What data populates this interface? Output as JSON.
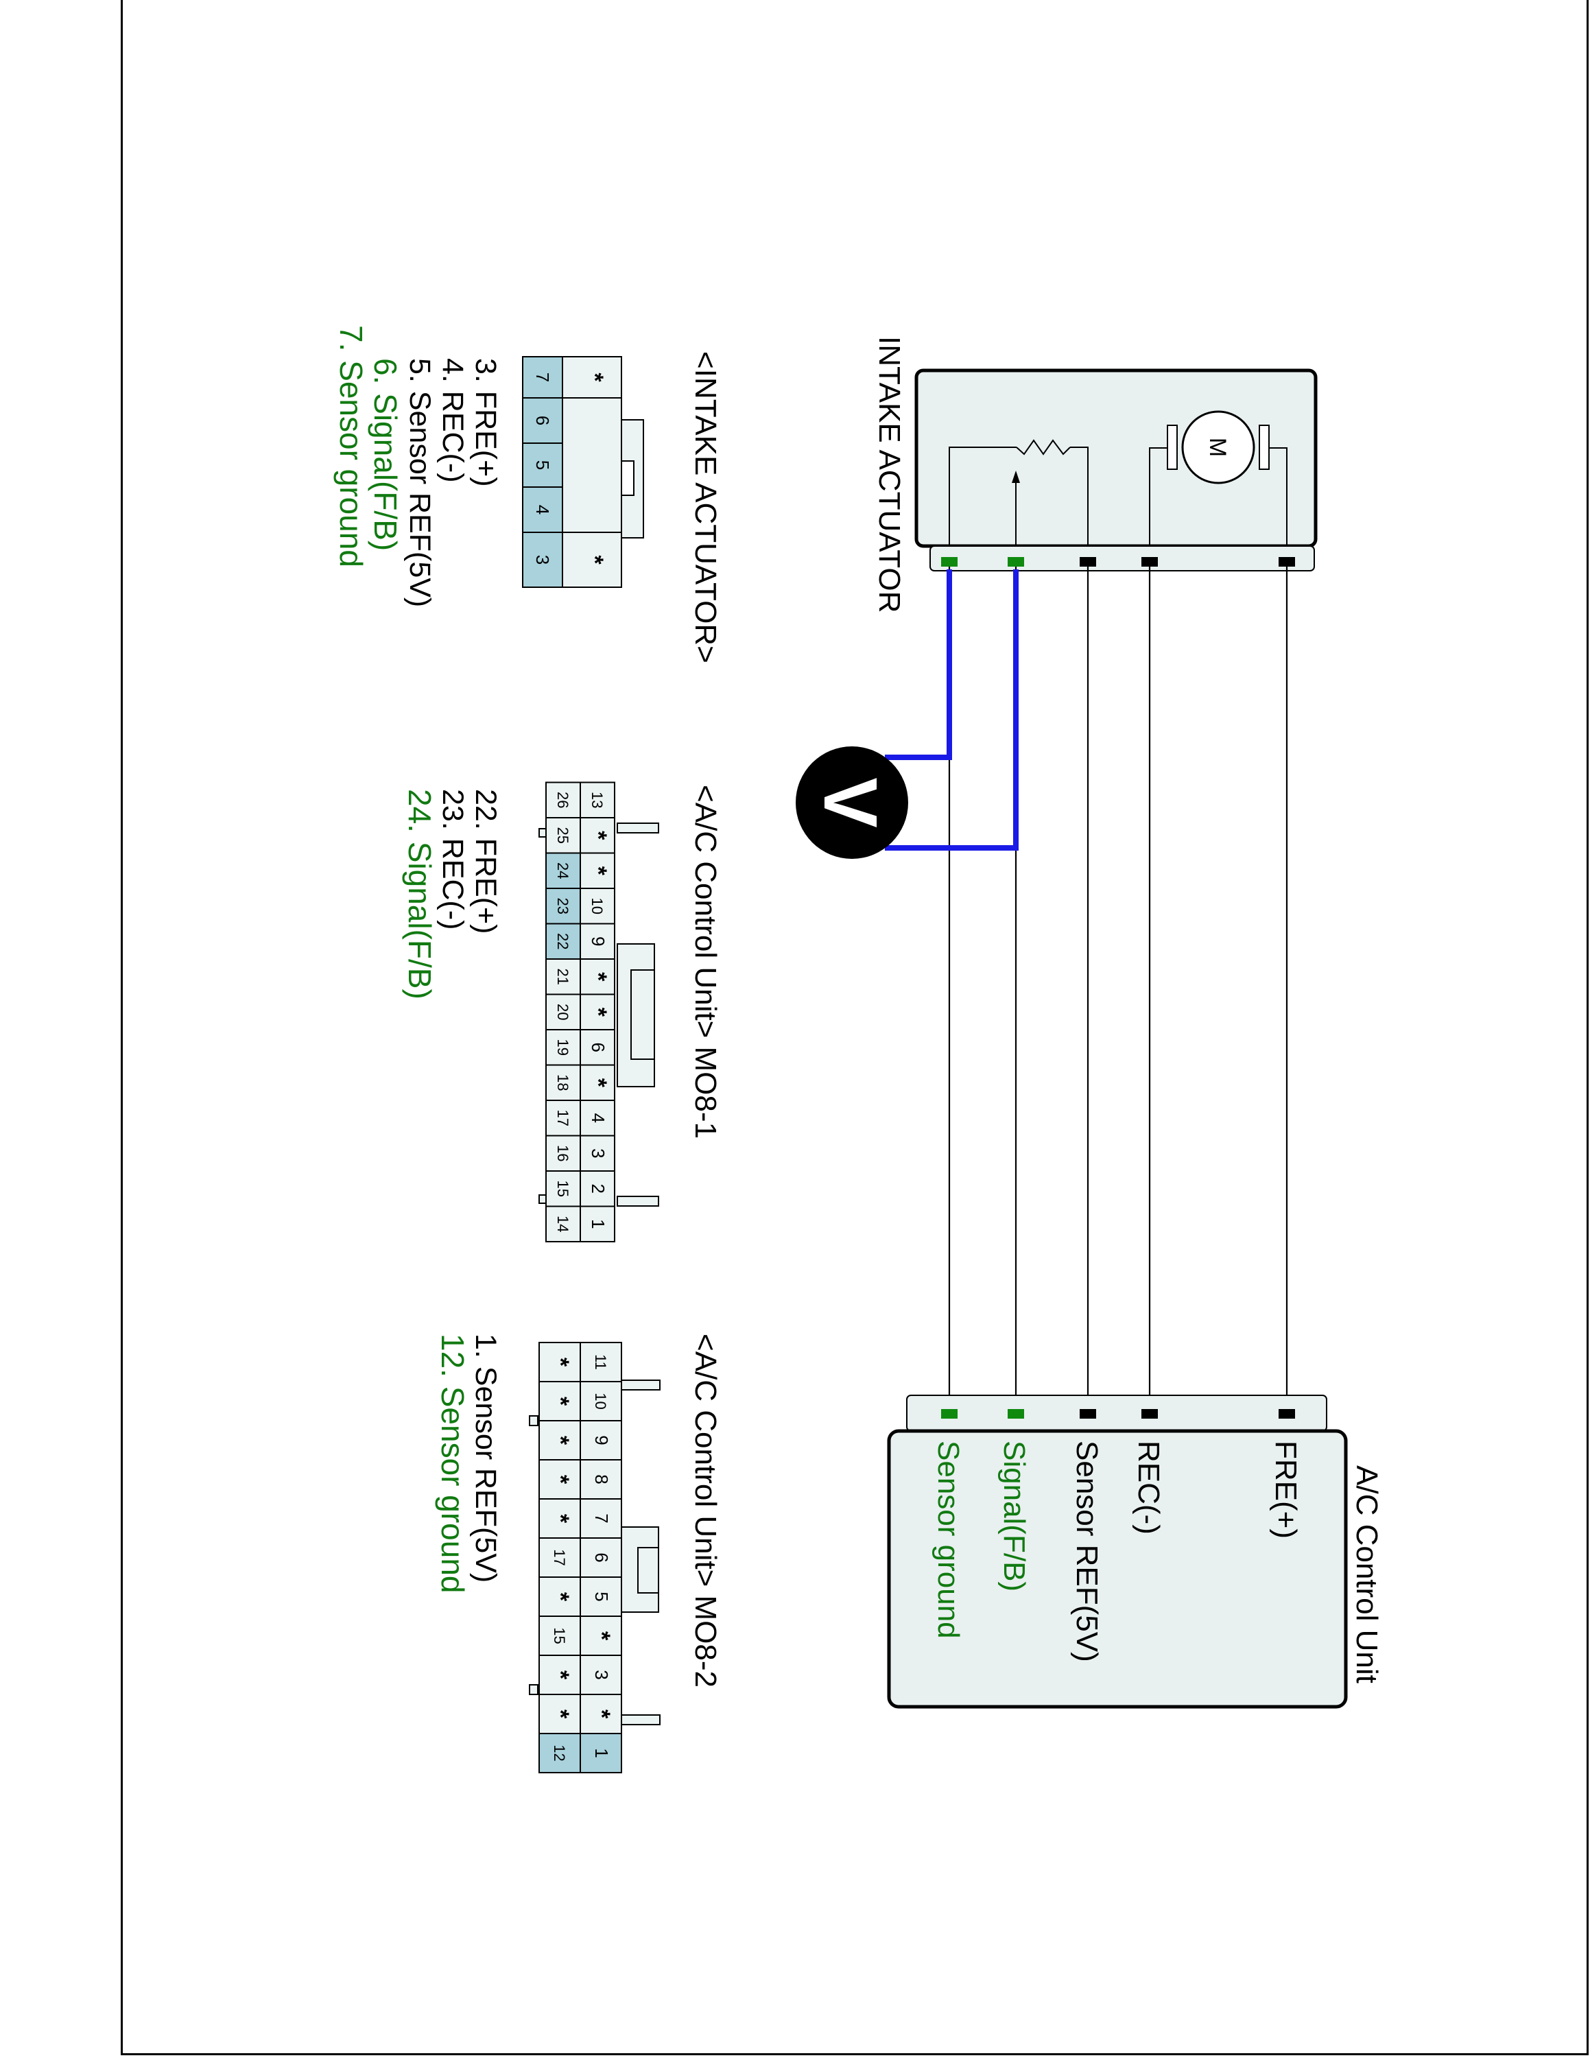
{
  "intake_actuator": {
    "title": "INTAKE ACTUATOR",
    "motor_symbol": "M",
    "connector_title": "<INTAKE ACTUATOR>",
    "connector_pins": [
      "*",
      "7",
      "6",
      "5",
      "4",
      "3",
      "*"
    ],
    "pin_list": [
      "3. FRE(+)",
      "4. REC(-)",
      "5. Sensor REF(5V)",
      "6. Signal(F/B)",
      "7. Sensor ground"
    ]
  },
  "ac_control_unit": {
    "title": "A/C Control Unit",
    "terminals": [
      "FRE(+)",
      "REC(-)",
      "Sensor REF(5V)",
      "Signal(F/B)",
      "Sensor ground"
    ]
  },
  "voltmeter": {
    "symbol": "V"
  },
  "connector_mo8_1": {
    "title": "<A/C Control Unit> MO8-1",
    "top_row": [
      "1",
      "2",
      "3",
      "4",
      "*",
      "6",
      "*",
      "*",
      "9",
      "10",
      "*",
      "*",
      "13"
    ],
    "bottom_row": [
      "14",
      "15",
      "16",
      "17",
      "18",
      "19",
      "20",
      "21",
      "22",
      "23",
      "24",
      "25",
      "26"
    ],
    "pin_list": [
      "22. FRE(+)",
      "23. REC(-)",
      "24. Signal(F/B)"
    ]
  },
  "connector_mo8_2": {
    "title": "<A/C Control Unit> MO8-2",
    "top_row": [
      "1",
      "*",
      "3",
      "*",
      "5",
      "6",
      "7",
      "8",
      "9",
      "10",
      "11"
    ],
    "bottom_row": [
      "12",
      "*",
      "*",
      "15",
      "*",
      "17",
      "*",
      "*",
      "*",
      "*",
      "*"
    ],
    "pin_list": [
      "1. Sensor REF(5V)",
      "12. Sensor ground"
    ]
  },
  "colors": {
    "signal_text": "#117a11",
    "probe_wire": "#1a1ae6",
    "pin_highlight": "#a9d2dc",
    "pin_green": "#0f8a0f",
    "pin_black": "#000000"
  }
}
